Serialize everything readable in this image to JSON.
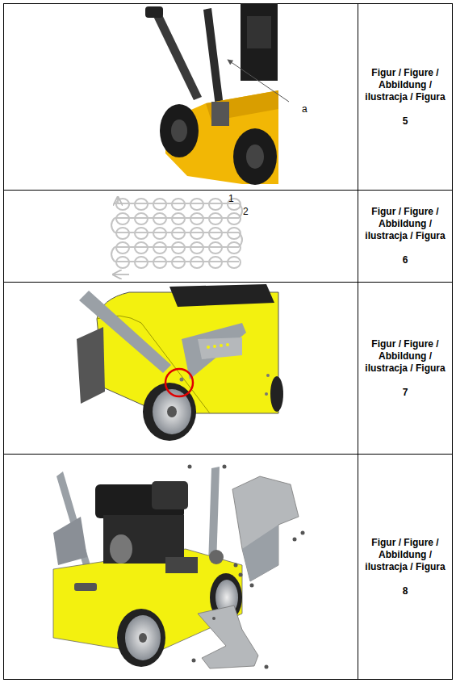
{
  "diagram": {
    "nodes": [
      {
        "text": [
          "Figur / Figure / Abbildung / ilustracja / Figura",
          "5"
        ]
      },
      {
        "text": [
          "Figur / Figure / Abbildung / ilustracja / Figura",
          "6"
        ]
      },
      {
        "text": [
          "Figur / Figure / Abbildung / ilustracja / Figura",
          "7"
        ]
      },
      {
        "text": [
          "Figur / Figure / Abbildung / ilustracja / Figura",
          "8"
        ]
      }
    ],
    "labels": [
      "a",
      "1",
      "2"
    ]
  }
}
